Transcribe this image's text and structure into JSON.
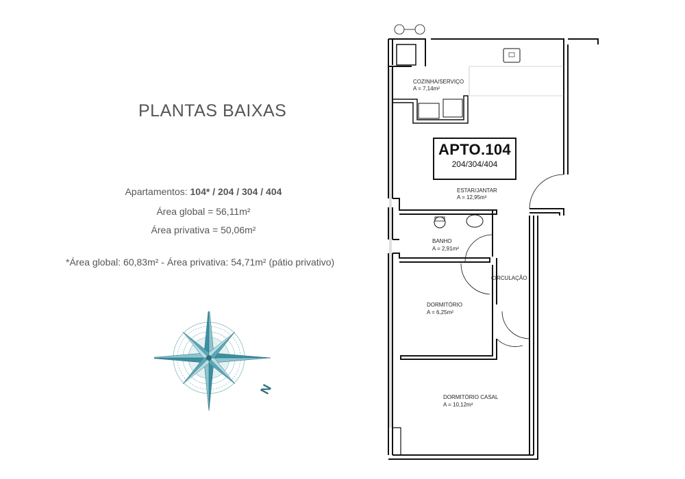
{
  "title": "PLANTAS BAIXAS",
  "apartamentos": {
    "label": "Apartamentos: ",
    "units": "104* / 204 / 304 / 404"
  },
  "area_global": "Área global = 56,11m²",
  "area_privativa": "Área privativa = 50,06m²",
  "footnote": "*Área global: 60,83m²  -  Área privativa: 54,71m² (pátio privativo)",
  "compass": {
    "north_label": "N",
    "color": "#3a8fa0"
  },
  "apto": {
    "name": "APTO.104",
    "variants": "204/304/404"
  },
  "rooms": [
    {
      "name": "COZINHA/SERVIÇO",
      "area": "A = 7,14m²"
    },
    {
      "name": "ESTAR/JANTAR",
      "area": "A = 12,95m²"
    },
    {
      "name": "BANHO",
      "area": "A = 2,91m²"
    },
    {
      "name": "CIRCULAÇÃO",
      "area": ""
    },
    {
      "name": "DORMITÓRIO",
      "area": "A = 6,25m²"
    },
    {
      "name": "DORMITÓRIO CASAL",
      "area": "A = 10,12m²"
    }
  ]
}
